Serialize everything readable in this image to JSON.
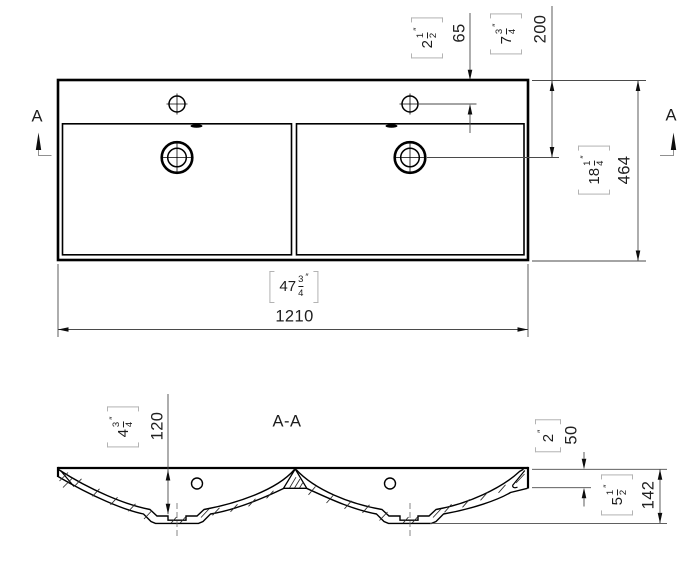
{
  "drawing": {
    "section_label": "A-A",
    "section_marker": "A",
    "dimensions": {
      "faucet_offset": {
        "inch_whole": "2",
        "frac_num": "1",
        "frac_den": "2",
        "inch_mark": "″",
        "mm": "65"
      },
      "drain_offset": {
        "inch_whole": "7",
        "frac_num": "3",
        "frac_den": "4",
        "inch_mark": "″",
        "mm": "200"
      },
      "depth_overall": {
        "inch_whole": "18",
        "frac_num": "1",
        "frac_den": "4",
        "inch_mark": "″",
        "mm": "464"
      },
      "width_overall": {
        "inch_whole": "47",
        "frac_num": "3",
        "frac_den": "4",
        "inch_mark": "″",
        "mm": "1210"
      },
      "basin_depth": {
        "inch_whole": "4",
        "frac_num": "3",
        "frac_den": "4",
        "inch_mark": "″",
        "mm": "120"
      },
      "edge_height": {
        "inch_whole": "2",
        "inch_mark": "″",
        "mm": "50"
      },
      "height_overall": {
        "inch_whole": "5",
        "frac_num": "1",
        "frac_den": "2",
        "inch_mark": "″",
        "mm": "142"
      }
    }
  }
}
